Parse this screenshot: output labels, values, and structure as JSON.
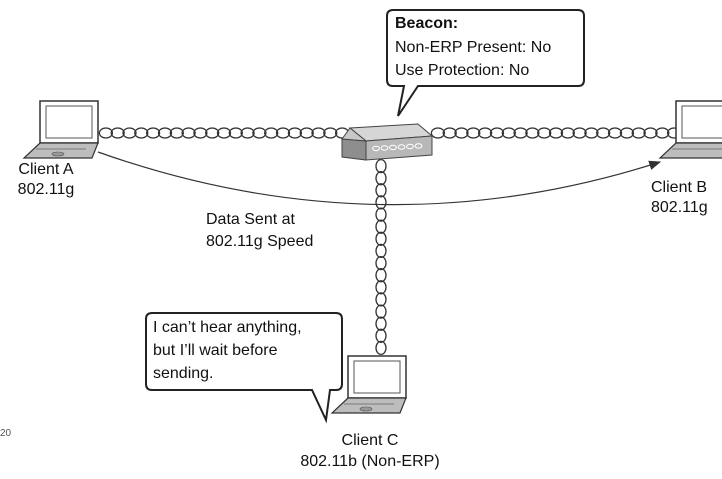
{
  "beacon": {
    "title": "Beacon:",
    "lines": [
      "Non-ERP Present: No",
      "Use Protection: No"
    ]
  },
  "clients": [
    {
      "id": "a",
      "name": "Client A",
      "standard": "802.11g"
    },
    {
      "id": "b",
      "name": "Client B",
      "standard": "802.11g"
    },
    {
      "id": "c",
      "name": "Client C",
      "standard": "802.11b (Non-ERP)"
    }
  ],
  "flow_label": [
    "Data Sent at",
    "802.11g Speed"
  ],
  "client_c_bubble": [
    "I can’t hear anything,",
    "but I’ll wait before",
    "sending."
  ],
  "figure_number": "20",
  "colors": {
    "stroke": "#333333",
    "bubble_fill": "#ffffff",
    "ap_fill": "#a9a9a9",
    "screen_fill": "#ffffff"
  }
}
